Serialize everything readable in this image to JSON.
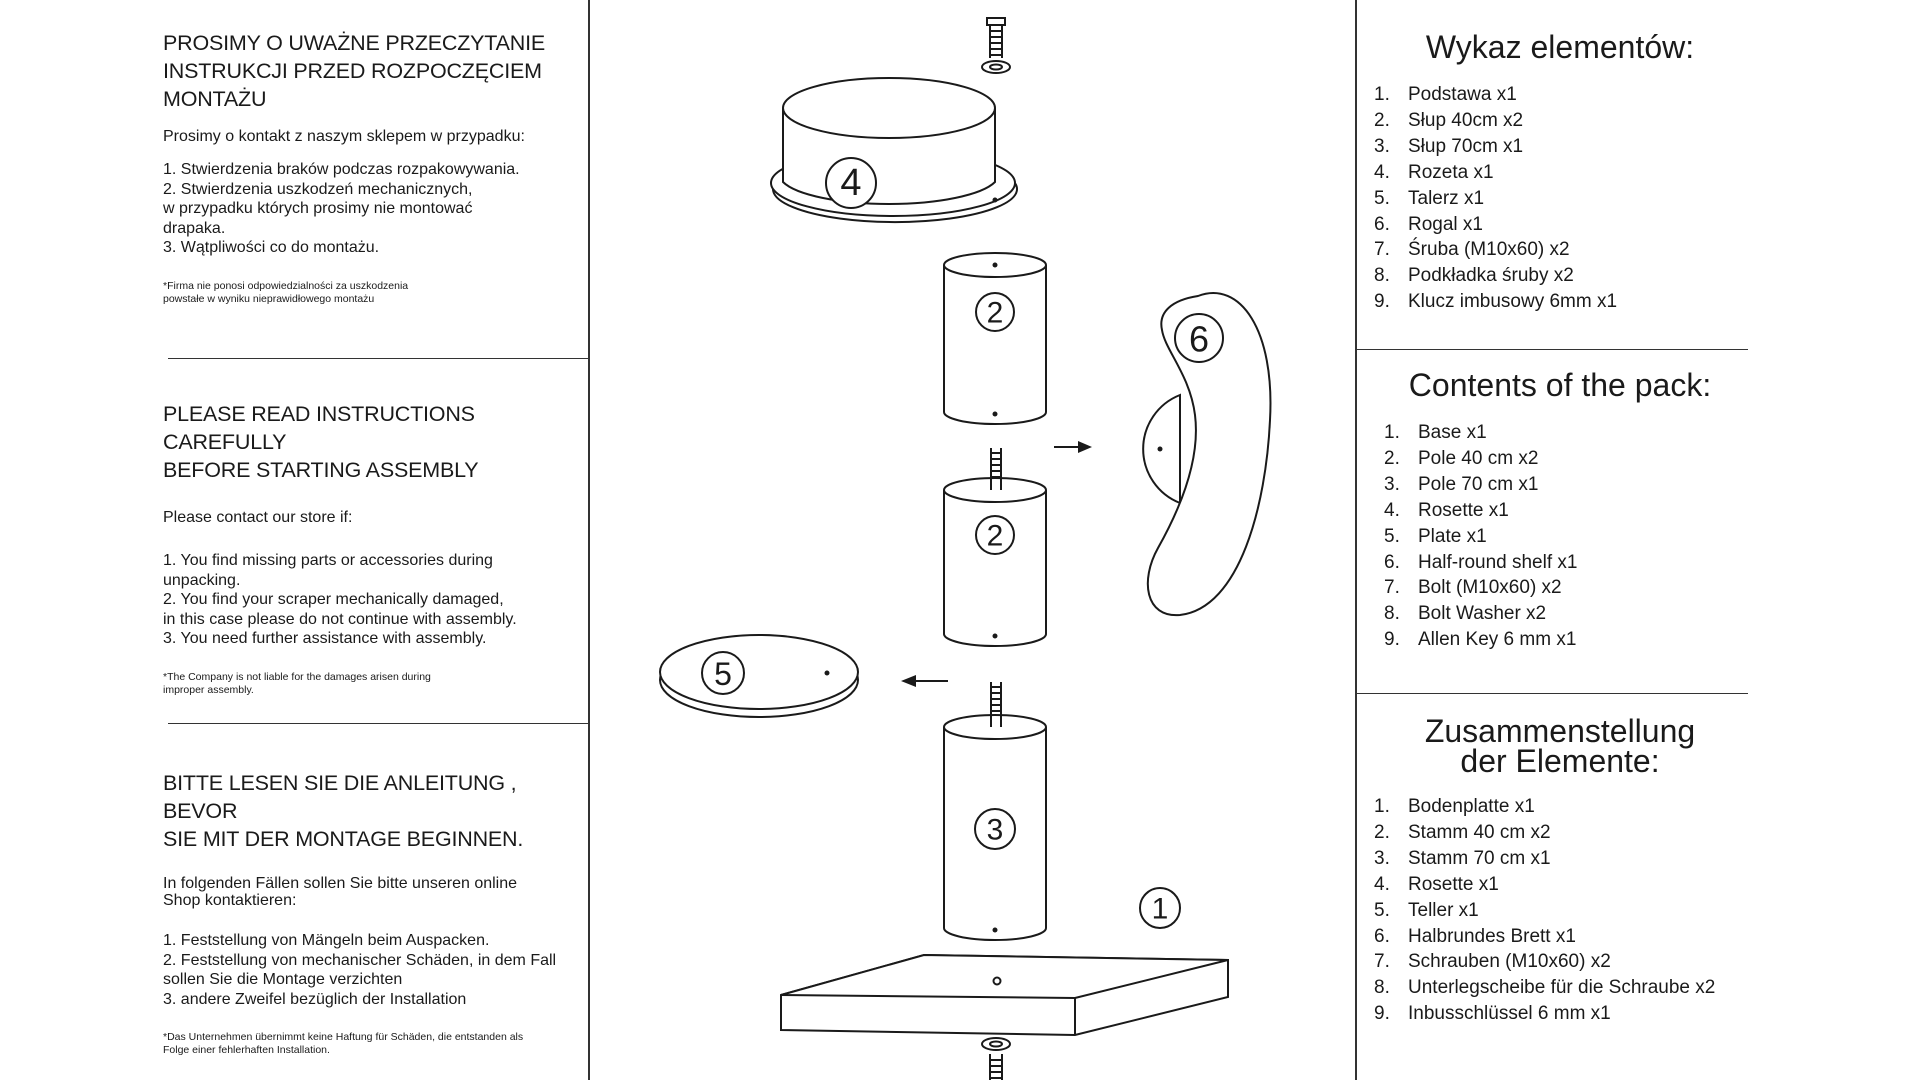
{
  "polish": {
    "title": "PROSIMY O UWAŻNE PRZECZYTANIE\nINSTRUKCJI PRZED ROZPOCZĘCIEM\nMONTAŻU",
    "intro": "Prosimy o kontakt z naszym sklepem w przypadku:",
    "items": [
      "1. Stwierdzenia braków podczas rozpakowywania.",
      "2. Stwierdzenia uszkodzeń mechanicznych,\n    w przypadku których prosimy nie montować\n    drapaka.",
      "3. Wątpliwości co do montażu."
    ],
    "note": "*Firma nie ponosi odpowiedzialności za uszkodzenia\npowstałe w wyniku nieprawidłowego montażu"
  },
  "english": {
    "title": "PLEASE READ INSTRUCTIONS CAREFULLY\nBEFORE STARTING ASSEMBLY",
    "intro": "Please contact our store if:",
    "items": [
      "1. You find missing parts or accessories during\n    unpacking.",
      "2. You find your scraper mechanically damaged,\n    in this case please do not continue with assembly.",
      "3. You need further assistance with assembly."
    ],
    "note": "*The Company is not liable for the damages arisen during\nimproper assembly."
  },
  "german": {
    "title": "BITTE LESEN SIE DIE ANLEITUNG , BEVOR\nSIE MIT DER MONTAGE BEGINNEN.",
    "intro": "In folgenden Fällen sollen Sie bitte unseren online\nShop kontaktieren:",
    "items": [
      "1. Feststellung von Mängeln beim Auspacken.",
      "2. Feststellung von mechanischer Schäden, in dem Fall\n    sollen Sie die Montage verzichten",
      "3. andere Zweifel bezüglich der Installation"
    ],
    "note": "*Das Unternehmen übernimmt keine Haftung für Schäden, die entstanden als\nFolge einer  fehlerhaften Installation."
  },
  "parts_pl": {
    "title": "Wykaz elementów:",
    "items": [
      "Podstawa x1",
      "Słup 40cm x2",
      "Słup 70cm x1",
      "Rozeta x1",
      "Talerz x1",
      "Rogal x1",
      "Śruba (M10x60) x2",
      "Podkładka śruby x2",
      "Klucz imbusowy 6mm x1"
    ]
  },
  "parts_en": {
    "title": "Contents of the pack:",
    "items": [
      "Base x1",
      "Pole 40 cm x2",
      "Pole 70 cm x1",
      "Rosette x1",
      "Plate x1",
      "Half-round shelf x1",
      "Bolt (M10x60) x2",
      "Bolt Washer x2",
      "Allen Key 6 mm x1"
    ]
  },
  "parts_de": {
    "title": "Zusammenstellung\nder Elemente:",
    "items": [
      "Bodenplatte x1",
      "Stamm 40 cm x2",
      "Stamm 70 cm x1",
      "Rosette x1",
      "Teller x1",
      "Halbrundes Brett x1",
      "Schrauben (M10x60) x2",
      "Unterlegscheibe für die Schraube x2",
      "Inbusschlüssel 6 mm x1"
    ]
  },
  "diagram_labels": {
    "rosette": "4",
    "pole_40_top": "2",
    "pole_40_bottom": "2",
    "shelf": "6",
    "plate": "5",
    "pole_70": "3",
    "base": "1"
  }
}
